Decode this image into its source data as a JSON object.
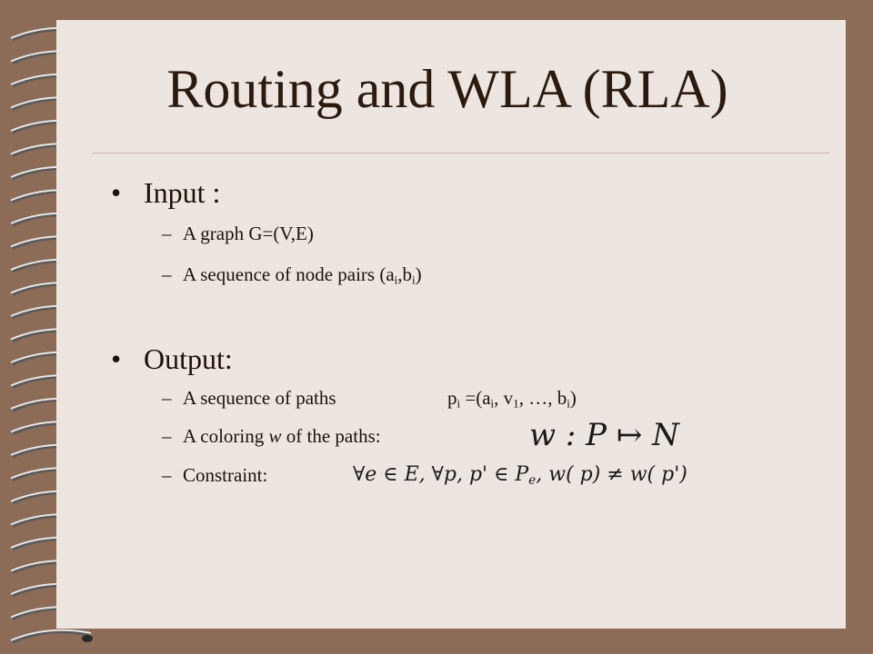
{
  "slide": {
    "title": "Routing and WLA (RLA)",
    "input": {
      "bullet": "•",
      "heading": "Input :",
      "items": [
        {
          "dash": "–",
          "text": "A graph G=(V,E)"
        },
        {
          "dash": "–",
          "prefix": "A  sequence of node pairs (a",
          "sub1": "i",
          "mid": ",b",
          "sub2": "i",
          "suffix": ")"
        }
      ]
    },
    "output": {
      "bullet": "•",
      "heading": "Output:",
      "items": [
        {
          "dash": "–",
          "text_a": "A sequence of paths",
          "p": "p",
          "pi": "i",
          "eq": " =(a",
          "ai": "i",
          "v": ", v",
          "v1": "1",
          "rest": ", …, b",
          "bi": "i",
          "close": ")"
        },
        {
          "dash": "–",
          "text": "A coloring ",
          "w": "w",
          "text2": " of the paths:"
        },
        {
          "dash": "–",
          "text": "Constraint:"
        }
      ]
    },
    "formulas": {
      "coloring": "w : P ↦ N",
      "constraint": "∀e ∈ E,  ∀p, p' ∈ P",
      "constraint_sub": "e",
      "constraint_tail": ", w( p) ≠ w( p')"
    }
  }
}
